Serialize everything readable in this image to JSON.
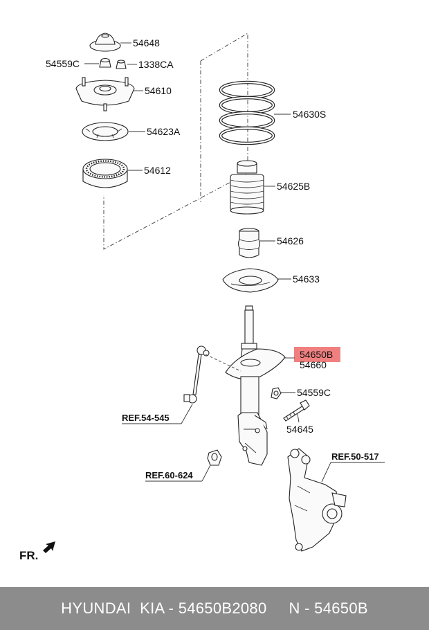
{
  "labels": {
    "p54648": "54648",
    "p54559c_top": "54559C",
    "p1338ca": "1338CA",
    "p54610": "54610",
    "p54623a": "54623A",
    "p54612": "54612",
    "p54630s": "54630S",
    "p54625b": "54625B",
    "p54626": "54626",
    "p54633": "54633",
    "p54650b": "54650B",
    "p54660": "54660",
    "p54559c_mid": "54559C",
    "p54645": "54645",
    "ref_54_545": "REF.54-545",
    "ref_50_517": "REF.50-517",
    "ref_60_624": "REF.60-624",
    "fr": "FR."
  },
  "highlight_color": "#f08080",
  "footer": {
    "brand": "HYUNDAI  KIA - 54650B2080",
    "part": "N - 54650B"
  }
}
